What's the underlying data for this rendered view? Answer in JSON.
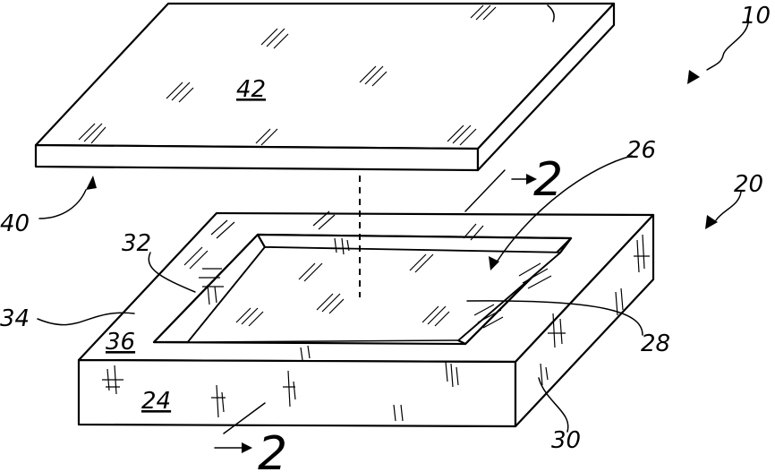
{
  "labels": {
    "assembly": "10",
    "base": "20",
    "base_front": "24",
    "recess": "26",
    "recess_floor": "28",
    "base_side": "30",
    "inner_wall": "32",
    "top_surface": "34",
    "rim": "36",
    "cover": "40",
    "cover_top": "42",
    "section_top": "2",
    "section_bottom": "2"
  }
}
